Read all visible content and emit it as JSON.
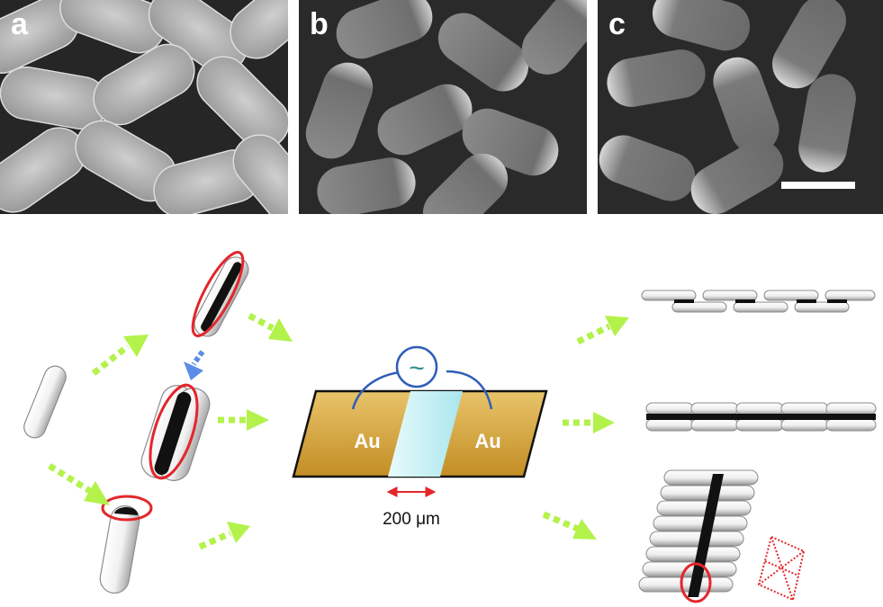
{
  "panels": [
    {
      "label": "a"
    },
    {
      "label": "b"
    },
    {
      "label": "c"
    }
  ],
  "device": {
    "electrode_left": "Au",
    "electrode_right": "Au",
    "ac_symbol": "~",
    "gap_label": "200 μm"
  },
  "colors": {
    "arrow_green": "#b3f24b",
    "arrow_blue": "#5b8de6",
    "highlight_red": "#e3262b",
    "electrode_gold": "#d9a93f",
    "gap_cyan": "#bdf0f4",
    "circuit_blue": "#2f5fb8"
  }
}
